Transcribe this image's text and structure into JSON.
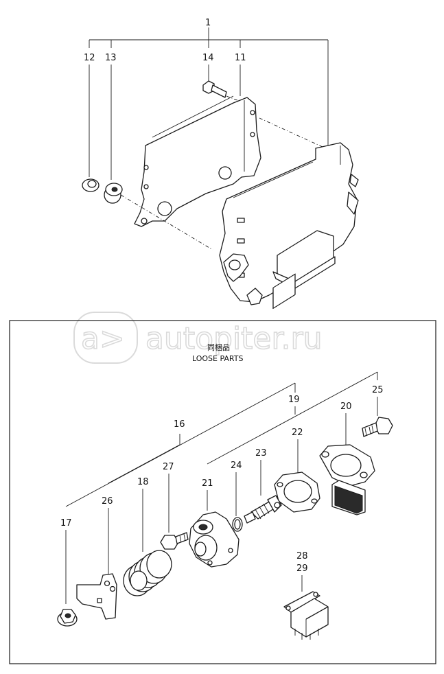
{
  "watermark": {
    "text": "autopiter.ru",
    "logo_glyph": "a>"
  },
  "loose_parts": {
    "label_jp": "同梱品",
    "label_en": "LOOSE PARTS"
  },
  "callouts": {
    "c1": "1",
    "c11": "11",
    "c12": "12",
    "c13": "13",
    "c14": "14",
    "c16": "16",
    "c17": "17",
    "c18": "18",
    "c19": "19",
    "c20": "20",
    "c21": "21",
    "c22": "22",
    "c23": "23",
    "c24": "24",
    "c25": "25",
    "c26": "26",
    "c27": "27",
    "c28": "28",
    "c29": "29"
  },
  "colors": {
    "line": "#1a1a1a",
    "watermark": "#d6d6d6",
    "background": "#ffffff"
  }
}
